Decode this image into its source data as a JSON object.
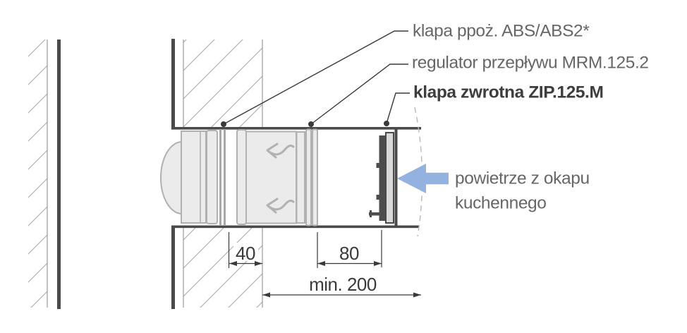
{
  "diagram": {
    "callouts": {
      "fire_damper": "klapa ppoż. ABS/ABS2*",
      "flow_regulator": "regulator przepływu MRM.125.2",
      "check_valve": "klapa zwrotna ZIP.125.M"
    },
    "airflow_label": {
      "line1": "powietrze z okapu",
      "line2": "kuchennego"
    },
    "dimensions": {
      "gap_40": "40",
      "gap_80": "80",
      "clearance_min": "min. 200"
    },
    "colors": {
      "wall_line": "#4a4a4a",
      "hatch": "#b6b1b8",
      "component_fill": "#ebebeb",
      "component_stroke": "#b1b1b1",
      "valve_dark": "#4d4d4d",
      "valve_disc_fill": "#d9d9d9",
      "arrow_blue": "#93b2e0",
      "label_text": "#666666",
      "label_text_bold": "#3d3d3d",
      "dimension_text": "#3a3a3a"
    }
  }
}
